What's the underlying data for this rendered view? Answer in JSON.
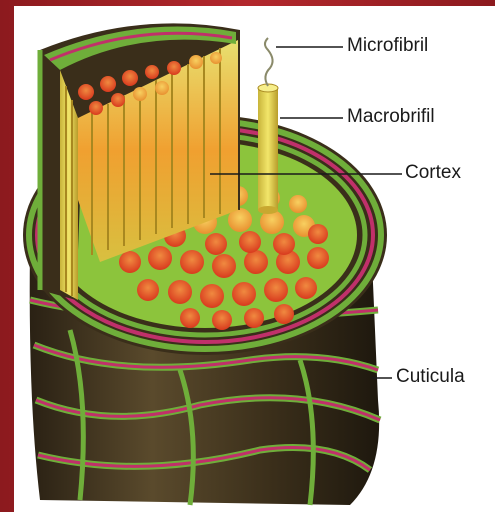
{
  "labels": {
    "microfibril": "Microfibril",
    "macrofibril": "Macrobrifil",
    "cortex": "Cortex",
    "cuticula": "Cuticula"
  },
  "colors": {
    "frame": "#9e2226",
    "outer_shaft": "#4a3a22",
    "cuticle_green": "#6fae3a",
    "cuticle_pink": "#c0306a",
    "cortex_green": "#8cc43c",
    "macrofibril_orange": "#e8582a",
    "fibre_yellow": "#e8d84a"
  }
}
